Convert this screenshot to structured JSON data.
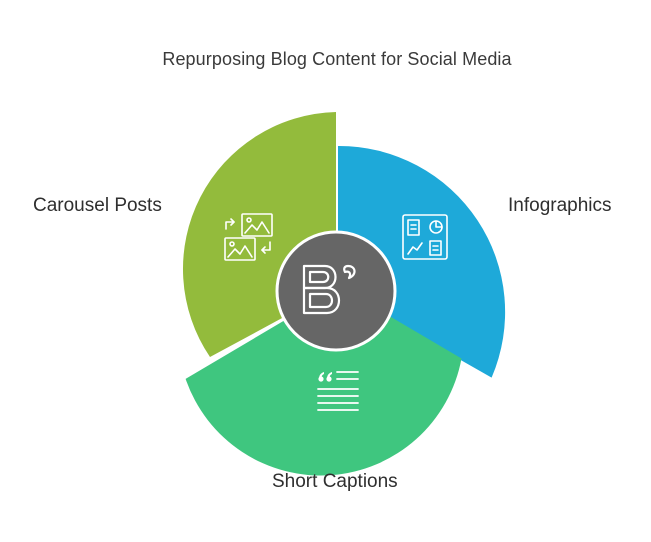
{
  "title": "Repurposing Blog Content for Social Media",
  "segments": [
    {
      "label": "Infographics",
      "color": "#1ea9d9",
      "icon": "infographic-icon"
    },
    {
      "label": "Short Captions",
      "color": "#3fc67f",
      "icon": "text-quote-icon"
    },
    {
      "label": "Carousel Posts",
      "color": "#93bb3c",
      "icon": "image-carousel-icon"
    }
  ],
  "center": {
    "icon": "blog-logo-icon",
    "color": "#6b6b6b"
  }
}
